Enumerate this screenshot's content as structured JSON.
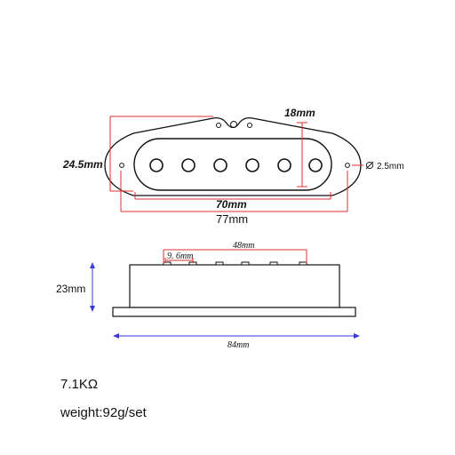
{
  "top_view": {
    "height_label": "24.5mm",
    "coil_height_label": "18mm",
    "hole_label": "2.5mm",
    "coil_length_label": "70mm",
    "total_length_label": "77mm"
  },
  "side_view": {
    "pole_pitch_label": "9. 6mm",
    "pole_span_label": "48mm",
    "height_label": "23mm",
    "base_length_label": "84mm"
  },
  "specs": {
    "resistance": "7.1KΩ",
    "weight": "weight:92g/set"
  },
  "colors": {
    "dimension_red": "#e03030",
    "dimension_blue": "#3a3ad8",
    "outline": "#111111"
  }
}
